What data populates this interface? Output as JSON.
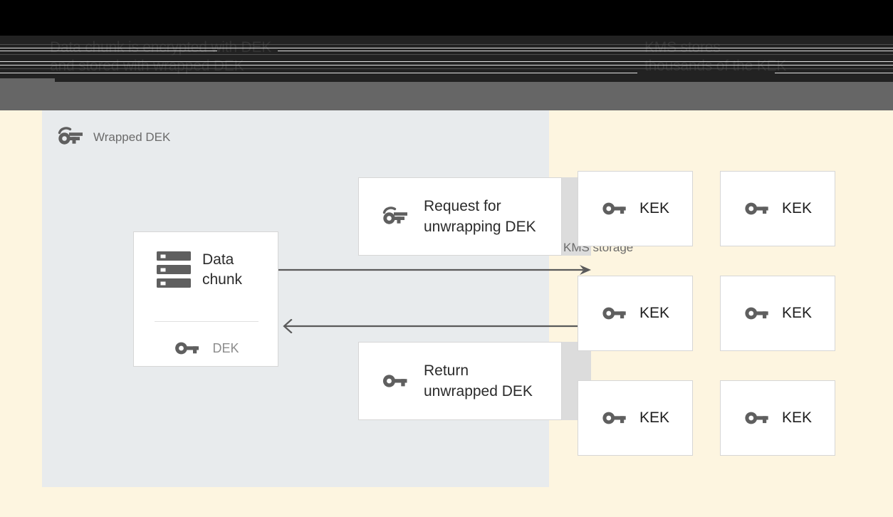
{
  "header": {
    "caption_left": "Data chunk is encrypted with DEK and stored with wrapped DEK",
    "caption_left_line1": "Data chunk is encrypted with DEK",
    "caption_left_line2": "and stored with wrapped DEK",
    "caption_right_line1": "KMS stores",
    "caption_right_line2": "thousands of the KEK"
  },
  "client_panel": {
    "title": "Wrapped DEK",
    "icon": "wrapped-key-icon",
    "background_color": "#e8ebed",
    "data_chunk_card": {
      "icon": "storage-stack-icon",
      "label": "Data chunk",
      "label_line1": "Data",
      "label_line2": "chunk",
      "dek_icon": "key-icon",
      "dek_label": "DEK"
    },
    "messages": [
      {
        "id": "request",
        "icon": "wrapped-key-icon",
        "label": "Request for unwrapping DEK",
        "label_line1": "Request for",
        "label_line2": "unwrapping DEK"
      },
      {
        "id": "return",
        "icon": "key-icon",
        "label": "Return unwrapped DEK",
        "label_line1": "Return",
        "label_line2": "unwrapped DEK"
      }
    ],
    "arrows": [
      {
        "id": "request-arrow",
        "direction": "right",
        "style": "solid-filled-head"
      },
      {
        "id": "return-arrow",
        "direction": "left",
        "style": "solid-open-head"
      }
    ]
  },
  "kms_panel": {
    "title": "KMS storage",
    "background_color": "#fdf5e0",
    "keys": [
      {
        "icon": "key-icon",
        "label": "KEK"
      },
      {
        "icon": "key-icon",
        "label": "KEK"
      },
      {
        "icon": "key-icon",
        "label": "KEK"
      },
      {
        "icon": "key-icon",
        "label": "KEK"
      },
      {
        "icon": "key-icon",
        "label": "KEK"
      },
      {
        "icon": "key-icon",
        "label": "KEK"
      }
    ]
  },
  "colors": {
    "client_panel_bg": "#e8ebed",
    "kms_panel_bg": "#fdf5e0",
    "card_bg": "#ffffff",
    "card_border": "#d6d6d6",
    "icon_gray": "#5f5f5f",
    "muted_text": "#8c8c8c",
    "title_text": "#6b6b6b",
    "body_text": "#2b2b2b",
    "arrow_gray": "#5a5a5a",
    "shadow_gray": "#dcdcdc"
  }
}
